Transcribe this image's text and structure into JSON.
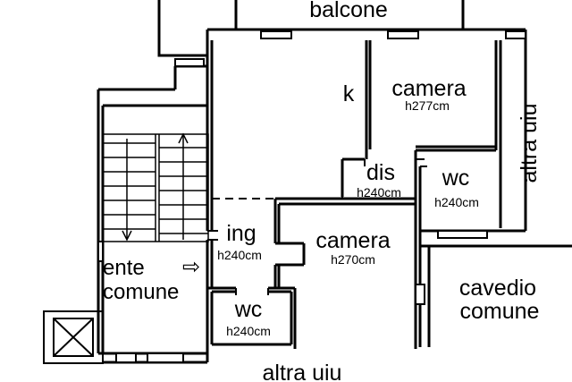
{
  "rooms": {
    "balcone": {
      "name": "balcone"
    },
    "kitchen": {
      "name": "k"
    },
    "camera_top": {
      "name": "camera",
      "height": "h277cm"
    },
    "altra_uiu_right": {
      "name": "altra uiu"
    },
    "dis": {
      "name": "dis",
      "height": "h240cm"
    },
    "wc_top": {
      "name": "wc",
      "height": "h240cm"
    },
    "ing": {
      "name": "ing",
      "height": "h240cm"
    },
    "camera_center": {
      "name": "camera",
      "height": "h270cm"
    },
    "ente_comune": {
      "line1": "ente",
      "line2": "comune"
    },
    "wc_bottom": {
      "name": "wc",
      "height": "h240cm"
    },
    "cavedio_comune": {
      "line1": "cavedio",
      "line2": "comune"
    },
    "altra_uiu_bottom": {
      "name": "altra uiu"
    }
  },
  "symbols": {
    "entrance_arrow": "⇨"
  }
}
